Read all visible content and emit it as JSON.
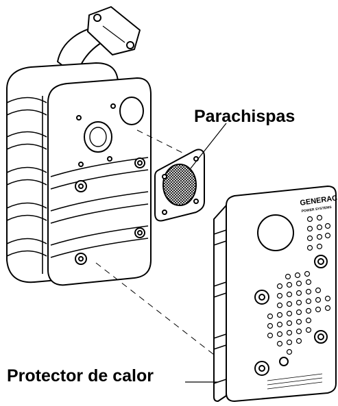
{
  "labels": {
    "spark_arrestor": "Parachispas",
    "heat_shield": "Protector de calor"
  },
  "brand": {
    "name": "GENERAC",
    "subtitle": "POWER SYSTEMS"
  },
  "colors": {
    "line": "#000000",
    "background": "#ffffff"
  }
}
